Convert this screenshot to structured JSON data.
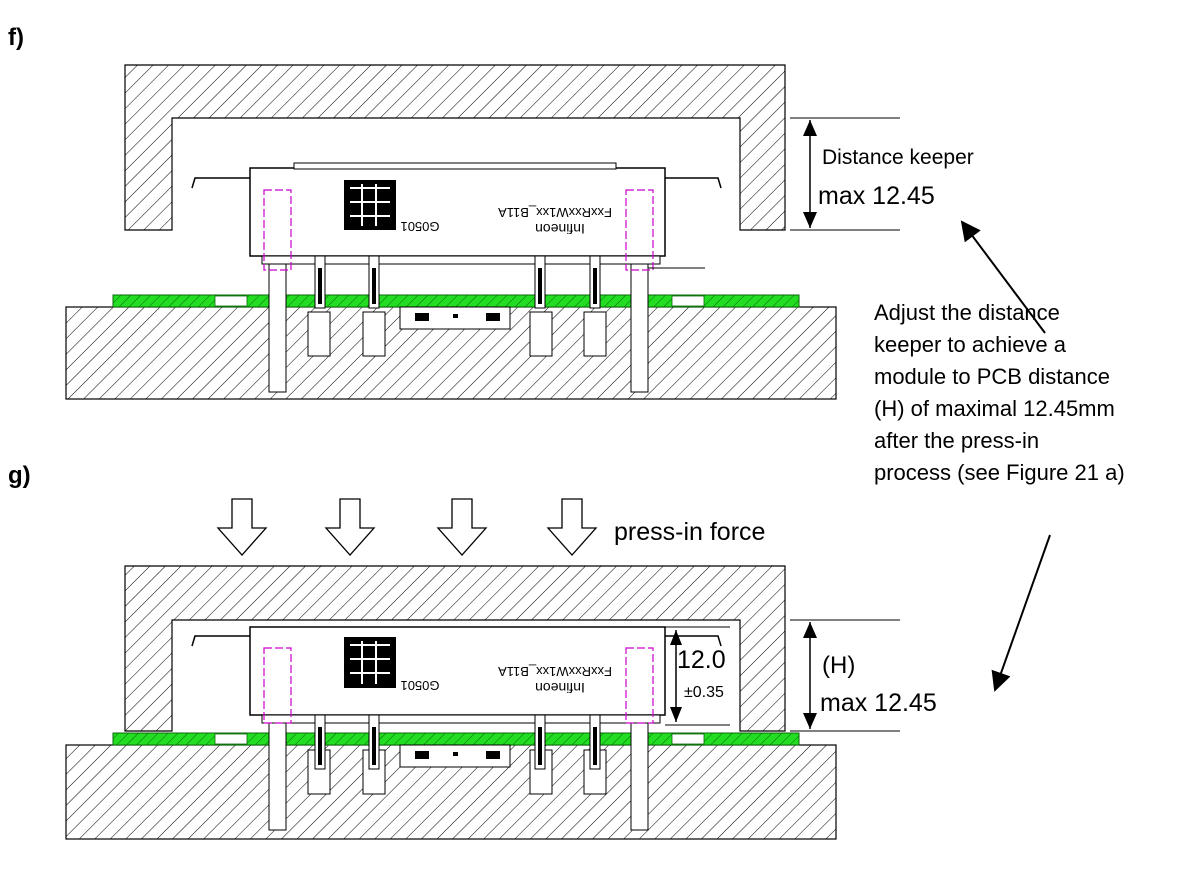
{
  "figure_f": {
    "label": "f)",
    "module_text_line1": "FxxRxxW1xx_B11A",
    "module_text_line2": "Infineon",
    "module_code": "G0501",
    "dim_label": "Distance keeper",
    "dim_value": "max 12.45"
  },
  "note": {
    "lines": [
      "Adjust the distance",
      "keeper to achieve a",
      "module to PCB distance",
      "(H) of maximal 12.45mm",
      "after the press-in",
      "process (see Figure 21 a)"
    ]
  },
  "figure_g": {
    "label": "g)",
    "force_label": "press-in force",
    "module_text_line1": "FxxRxxW1xx_B11A",
    "module_text_line2": "Infineon",
    "module_code": "G0501",
    "height_value": "12.0",
    "height_tolerance": "±0.35",
    "dim_label": "(H)",
    "dim_value": "max 12.45"
  },
  "colors": {
    "pcb": "#22dd22",
    "pin_outline": "#cc00cc",
    "line": "#000000"
  }
}
